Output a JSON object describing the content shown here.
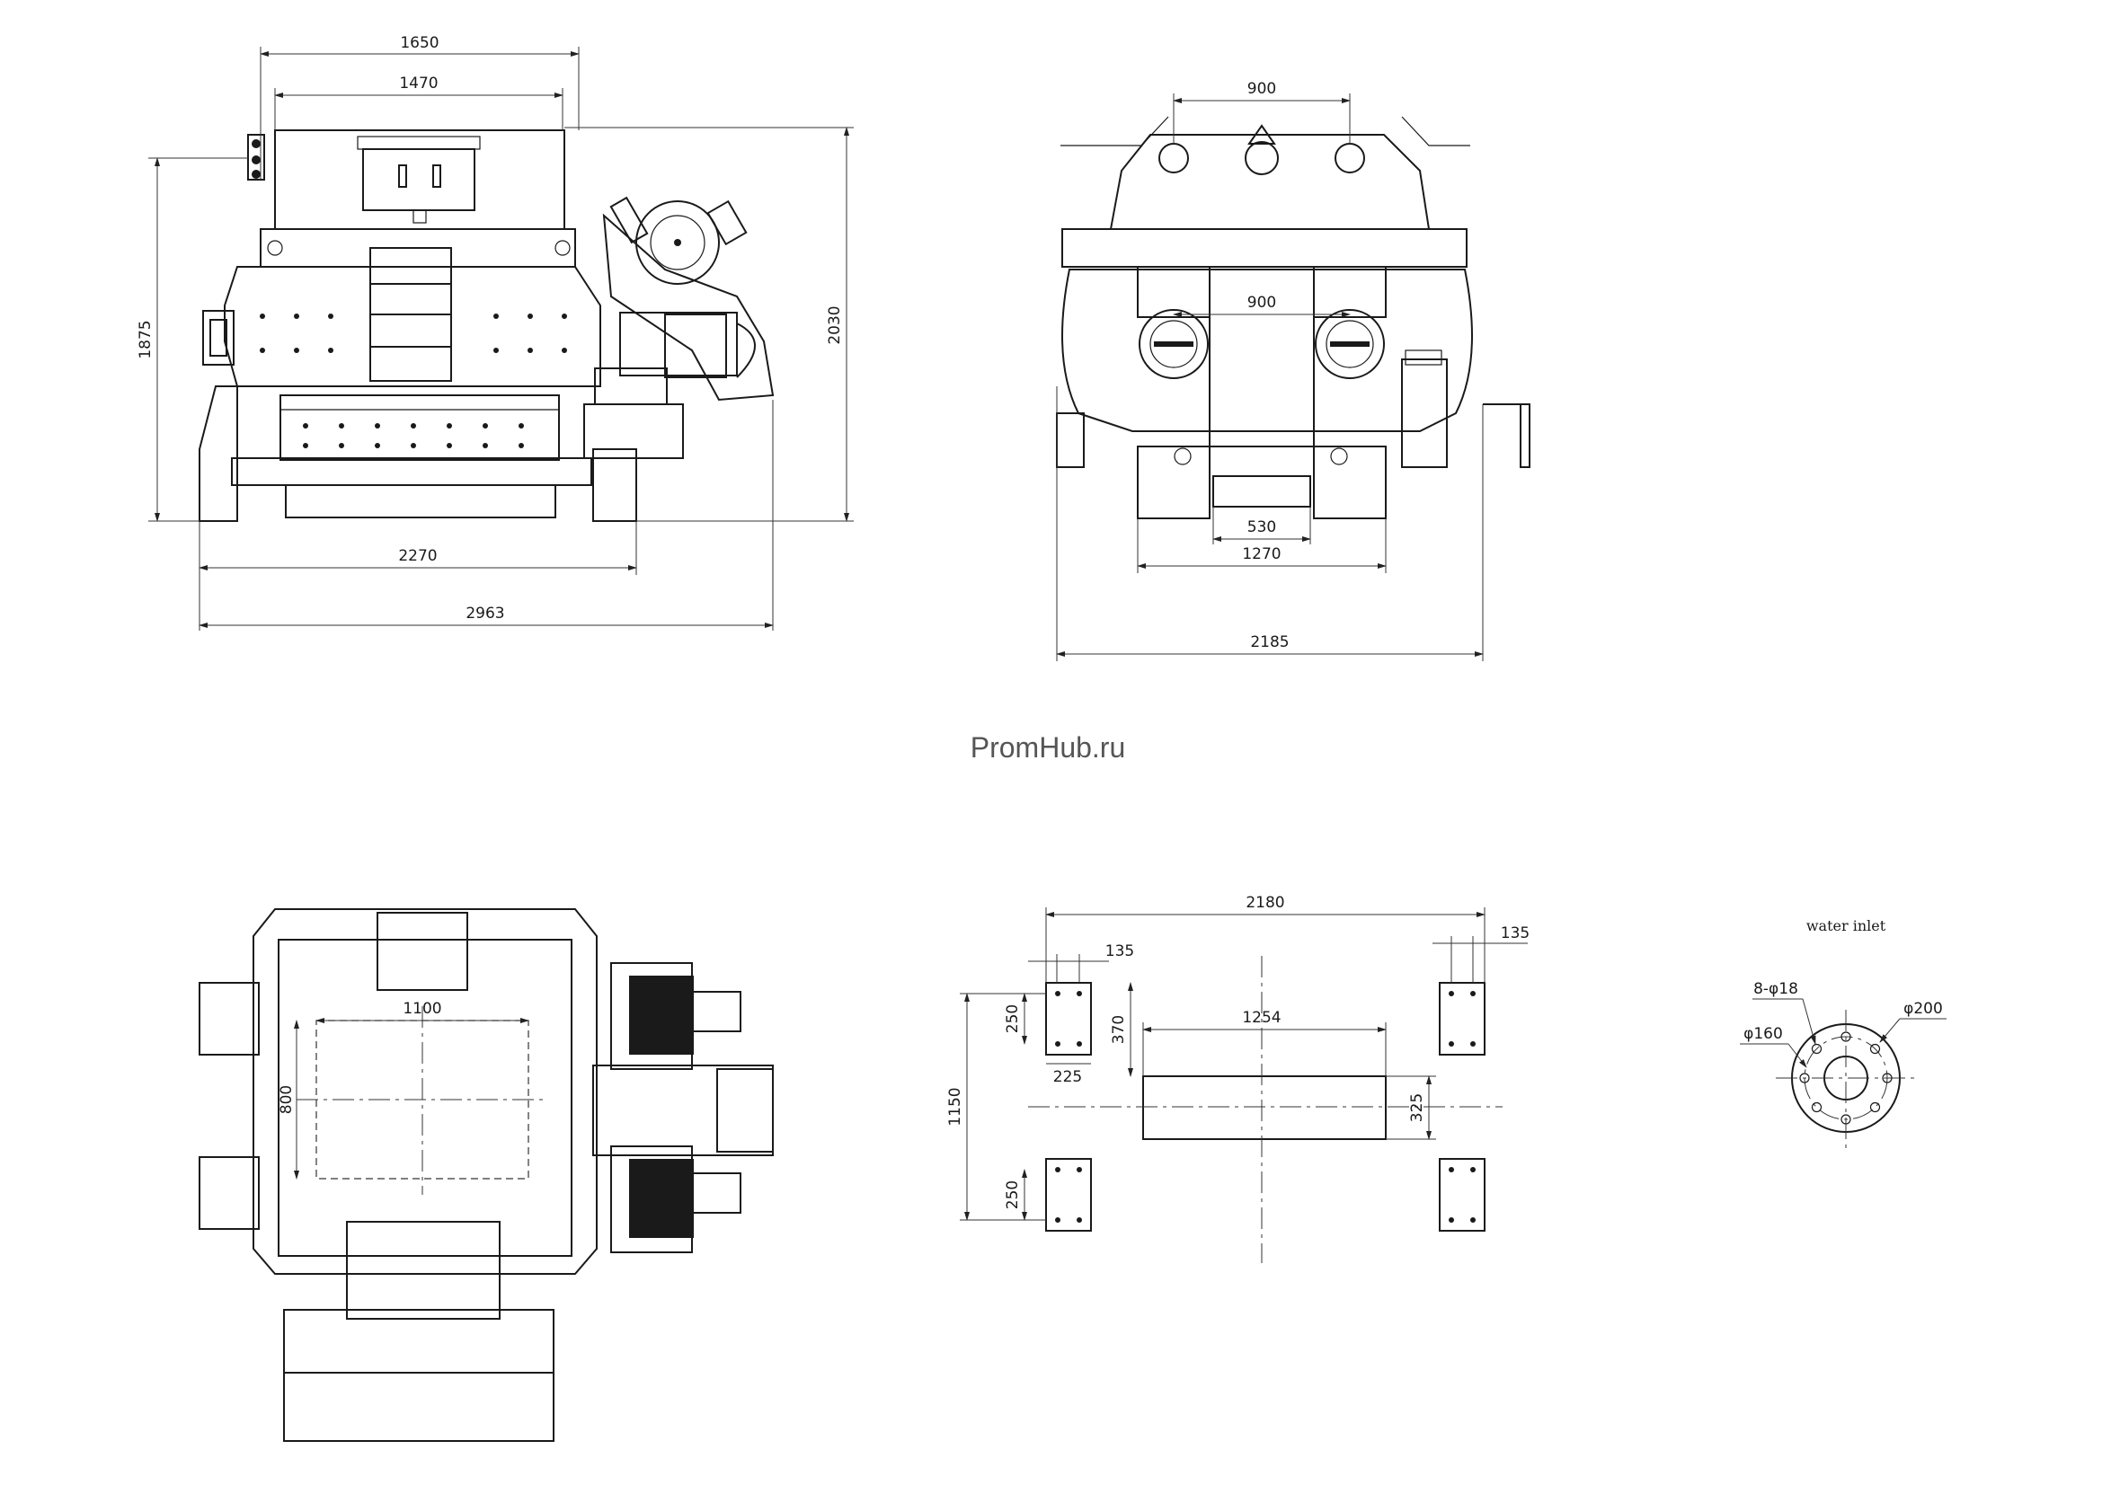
{
  "watermark": "PromHub.ru",
  "side_view": {
    "dims": {
      "overall_length": "2963",
      "base_length": "2270",
      "overall_height": "2030",
      "body_height": "1875",
      "top_width": "1650",
      "inner_width": "1470"
    }
  },
  "front_view": {
    "dims": {
      "flange_spacing_top": "900",
      "shaft_spacing": "900",
      "outlet_width": "530",
      "leg_spacing": "1270",
      "overall_width": "2185"
    }
  },
  "plan_view": {
    "dims": {
      "opening_width": "1100",
      "opening_depth": "800"
    }
  },
  "foundation_plan": {
    "dims": {
      "overall": "2180",
      "pad_offset_left": "135",
      "pad_offset_right": "135",
      "pad_height_upper": "250",
      "pad_to_slab": "370",
      "slab_length": "1254",
      "pad_gap": "225",
      "overall_depth": "1150",
      "slab_height": "325",
      "pad_height_lower": "250"
    }
  },
  "water_inlet": {
    "title": "water inlet",
    "bolt_holes": "8-φ18",
    "bolt_circle": "φ160",
    "outer_diameter": "φ200"
  }
}
